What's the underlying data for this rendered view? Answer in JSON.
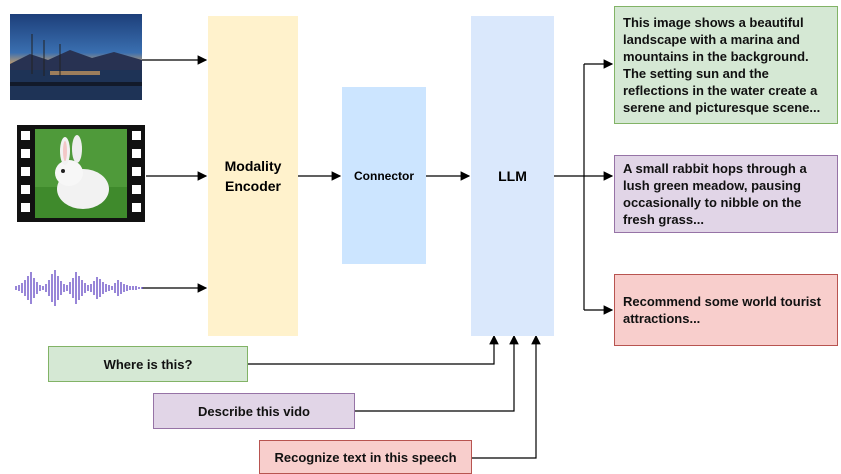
{
  "blocks": {
    "modality_encoder": "Modality\nEncoder",
    "connector": "Connector",
    "llm": "LLM"
  },
  "inputs": {
    "image_icon": "landscape-photo-icon",
    "video_icon": "rabbit-video-frame-icon",
    "audio_icon": "audio-waveform-icon"
  },
  "outputs": [
    {
      "text": "This image shows a beautiful landscape with a marina and mountains in the background. The setting sun and the reflections in the water create a serene and picturesque scene...",
      "color": "#d5e8d4",
      "border": "#82b366"
    },
    {
      "text": "A small rabbit hops through a lush green meadow, pausing occasionally to nibble on the fresh grass...",
      "color": "#e1d5e7",
      "border": "#9673a6"
    },
    {
      "text": "Recommend some world tourist attractions...",
      "color": "#f8cecc",
      "border": "#b85450"
    }
  ],
  "prompts": [
    {
      "text": "Where is this?",
      "color": "#d5e8d4",
      "border": "#82b366"
    },
    {
      "text": "Describe this vido",
      "color": "#e1d5e7",
      "border": "#9673a6"
    },
    {
      "text": "Recognize text in this speech",
      "color": "#f8cecc",
      "border": "#b85450"
    }
  ],
  "colors": {
    "encoder": "#fff2cc",
    "connector": "#cce5ff",
    "llm": "#dae8fc",
    "waveform": "#6b52c8"
  }
}
